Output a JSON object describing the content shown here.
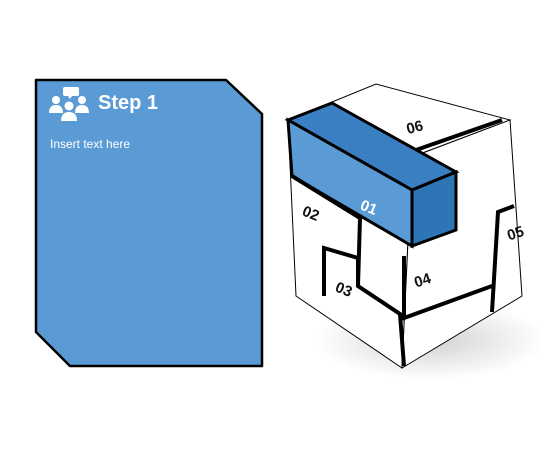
{
  "card": {
    "title": "Step 1",
    "body": "Insert text here",
    "icon": "people-discussion-icon"
  },
  "cube": {
    "labels": [
      "01",
      "02",
      "03",
      "04",
      "05",
      "06"
    ],
    "highlighted": "01"
  },
  "colors": {
    "accent": "#5b9bd5",
    "accent_dark": "#2e75b6",
    "accent_mid": "#3a7fc1",
    "outline": "#000000"
  }
}
